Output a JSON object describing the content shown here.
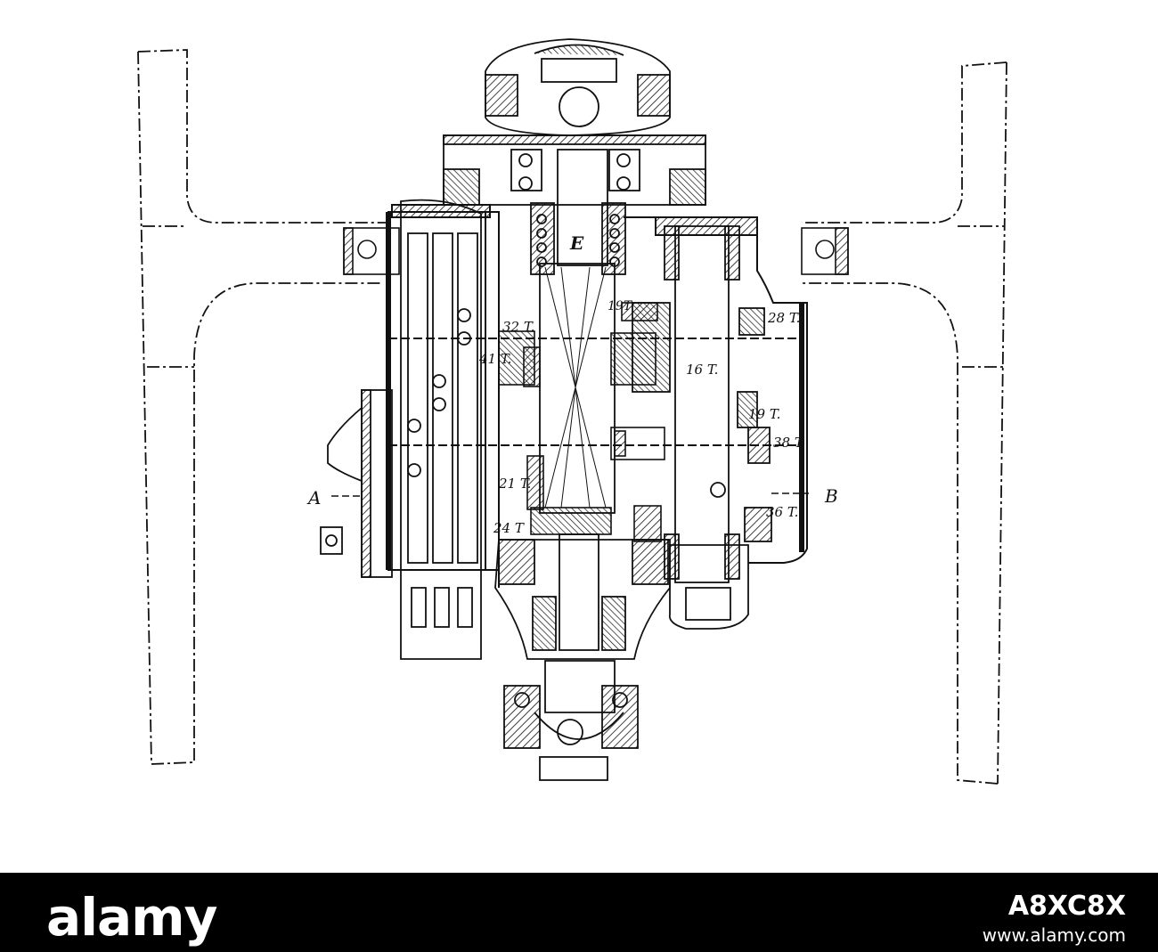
{
  "diagram": {
    "labels": {
      "E": "E",
      "A": "A",
      "B": "B",
      "t19a": "19T",
      "t28": "28 T.",
      "t32": "32 T.",
      "t41": "41 T.",
      "t16": "16 T.",
      "t19b": "19 T.",
      "t38": "38 T",
      "t21": "21 T.",
      "t36": "36 T.",
      "t24": "24 T"
    }
  },
  "watermark": {
    "logo": "alamy",
    "image_id": "A8XC8X",
    "url": "www.alamy.com",
    "color": "#000000"
  }
}
